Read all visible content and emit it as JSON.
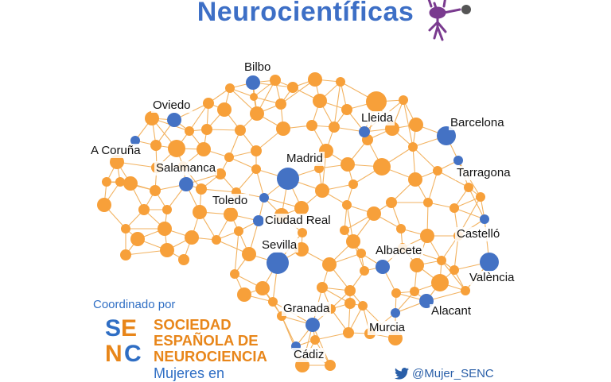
{
  "title": "Neurocientíficas",
  "colors": {
    "title": "#3d6fc6",
    "node_orange": "#f7a03a",
    "node_blue": "#4472c4",
    "edge": "#f0a545",
    "figure_purple": "#7a3b8f",
    "senc_orange": "#e8861a",
    "senc_blue": "#2f6ec4"
  },
  "cities": [
    "Bilbo",
    "Oviedo",
    "A Coruña",
    "Salamanca",
    "Madrid",
    "Toledo",
    "Ciudad Real",
    "Sevilla",
    "Granada",
    "Cádiz",
    "Lleida",
    "Barcelona",
    "Tarragona",
    "Castelló",
    "Albacete",
    "València",
    "Murcia",
    "Alacant"
  ],
  "footer": {
    "coordinated_by": "Coordinado por",
    "senc_line1": "SOCIEDAD",
    "senc_line2": "ESPAÑOLA DE",
    "senc_line3": "NEUROCIENCIA",
    "mujeres_en": "Mujeres en",
    "twitter_handle": "@Mujer_SENC",
    "twitter_icon": "twitter-bird-icon",
    "senc_logo_text": "SENC"
  }
}
